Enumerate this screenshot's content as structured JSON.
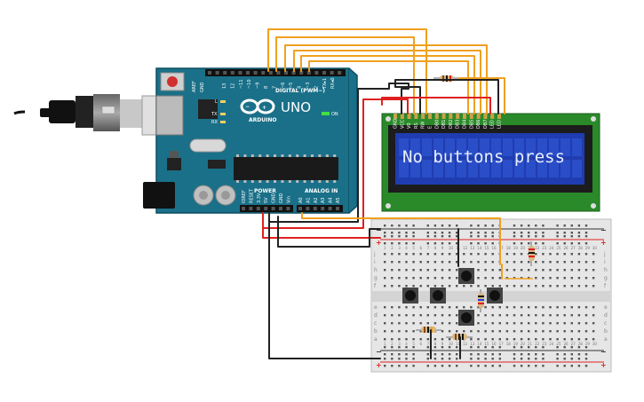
{
  "arduino": {
    "logo": "UNO",
    "brand": "ARDUINO",
    "digital_label": "DIGITAL (PWM~)",
    "power_label": "POWER",
    "analog_label": "ANALOG IN",
    "on_label": "ON",
    "tx_label": "TX",
    "rx_label": "RX",
    "l_label": "L",
    "aref_label": "AREF",
    "gnd_label": "GND",
    "digital_pins": [
      "13",
      "12",
      "~11",
      "~10",
      "~9",
      "8",
      "7",
      "~6",
      "~5",
      "4",
      "~3",
      "2",
      "TX▸1",
      "RX◂0"
    ],
    "power_pins": [
      "IOREF",
      "RESET",
      "3.3V",
      "5V",
      "GND",
      "GND",
      "Vin"
    ],
    "analog_pins": [
      "A0",
      "A1",
      "A2",
      "A3",
      "A4",
      "A5"
    ]
  },
  "lcd": {
    "text": "No buttons press",
    "pins": [
      "GND",
      "VCC",
      "V0",
      "RS",
      "RW",
      "E",
      "DB0",
      "DB1",
      "DB2",
      "DB3",
      "DB4",
      "DB5",
      "DB6",
      "DB7",
      "LED",
      "LED"
    ],
    "colors": {
      "bezel": "#2a8a2a",
      "screen": "#1f3db0",
      "text": "#e8f0ff"
    }
  },
  "breadboard": {
    "row_letters_top": [
      "j",
      "i",
      "h",
      "g",
      "f"
    ],
    "row_letters_bottom": [
      "e",
      "d",
      "c",
      "b",
      "a"
    ],
    "columns": [
      "1",
      "2",
      "3",
      "4",
      "5",
      "6",
      "7",
      "8",
      "9",
      "10",
      "11",
      "12",
      "13",
      "14",
      "15",
      "16",
      "17",
      "18",
      "19",
      "20",
      "21",
      "22",
      "23",
      "24",
      "25",
      "26",
      "27",
      "28",
      "29",
      "30"
    ],
    "plus_sign": "+",
    "minus_sign": "−"
  },
  "wire_colors": {
    "orange": "#f0a020",
    "black": "#222222",
    "red": "#e02020"
  }
}
